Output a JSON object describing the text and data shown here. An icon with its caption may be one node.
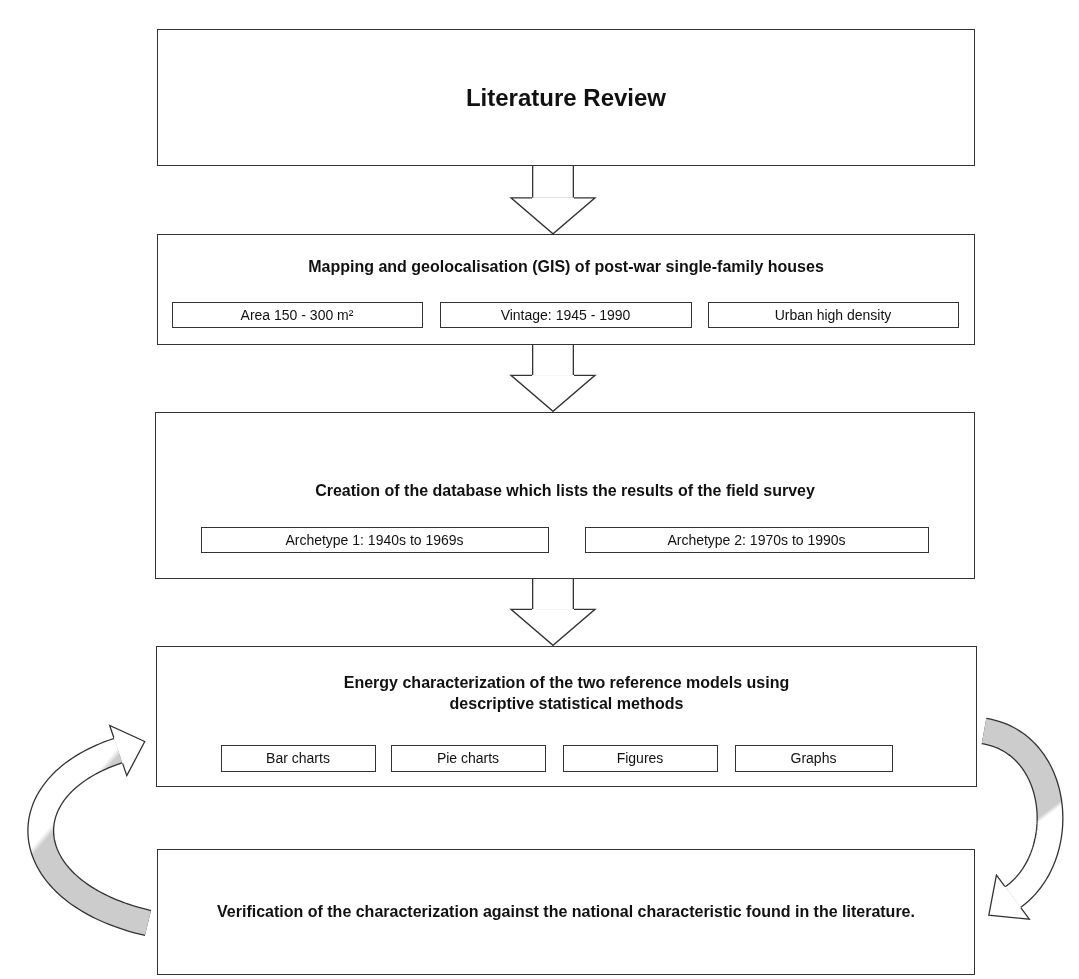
{
  "diagram": {
    "nodes": [
      {
        "text": [
          "Literature Review"
        ]
      },
      {
        "text": [
          "Mapping and geolocalisation (GIS) of post-war single-family houses"
        ]
      },
      {
        "text": [
          "Area 150 - 300 m²"
        ],
        "in": 1
      },
      {
        "text": [
          "Vintage: 1945 - 1990"
        ],
        "in": 1
      },
      {
        "text": [
          "Urban high density"
        ],
        "in": 1
      },
      {
        "text": [
          "Creation of the database which lists the results of the field survey"
        ]
      },
      {
        "text": [
          "Archetype 1: 1940s to 1969s"
        ],
        "in": 5
      },
      {
        "text": [
          "Archetype 2: 1970s to 1990s"
        ],
        "in": 5
      },
      {
        "text": [
          "Energy characterization of the two reference models using descriptive statistical methods"
        ]
      },
      {
        "text": [
          "Bar charts"
        ],
        "in": 8
      },
      {
        "text": [
          "Pie charts"
        ],
        "in": 8
      },
      {
        "text": [
          "Figures"
        ],
        "in": 8
      },
      {
        "text": [
          "Graphs"
        ],
        "in": 8
      },
      {
        "text": [
          "Verification of the characterization against the national characteristic found in the literature."
        ]
      }
    ],
    "edges": [
      {
        "from": 0,
        "to": 1,
        "arrow": "to"
      },
      {
        "from": 1,
        "to": 5,
        "arrow": "to"
      },
      {
        "from": 5,
        "to": 8,
        "arrow": "to"
      },
      {
        "from": 8,
        "to": 13,
        "arrow": "to"
      },
      {
        "from": 13,
        "to": 8,
        "arrow": "to"
      }
    ]
  }
}
